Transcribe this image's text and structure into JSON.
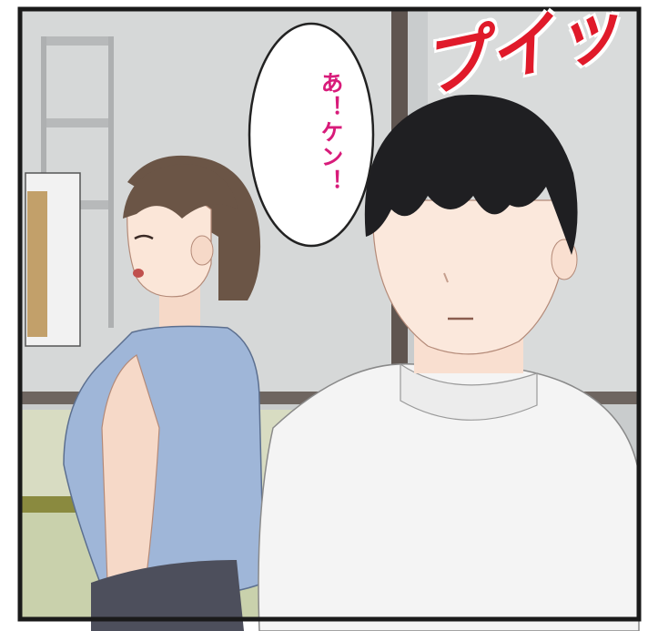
{
  "speech_bubble": {
    "line1": "あ！",
    "line2": "ケン！"
  },
  "sound_effect": {
    "text": "プイッ"
  },
  "colors": {
    "panel_border": "#1a1a1a",
    "speech_text": "#d81b7a",
    "sfx_text": "#e01a2a",
    "woman_top": "#9fb6d8",
    "boy_shirt": "#f4f4f4",
    "hair_black": "#1f1f22",
    "hair_brown": "#6b5546"
  }
}
